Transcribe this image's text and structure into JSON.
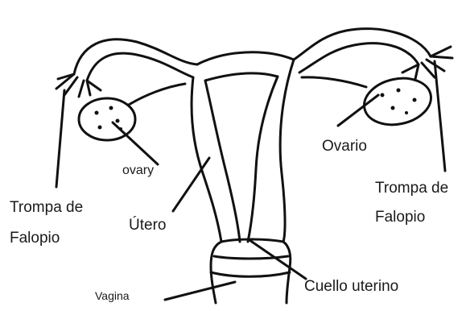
{
  "labels": {
    "trompa_left_line1": "Trompa de",
    "trompa_left_line2": "Falopio",
    "ovary_left": "ovary",
    "utero": "Útero",
    "vagina": "Vagina",
    "cuello": "Cuello uterino",
    "ovario_right": "Ovario",
    "trompa_right_line1": "Trompa de",
    "trompa_right_line2": "Falopio"
  }
}
